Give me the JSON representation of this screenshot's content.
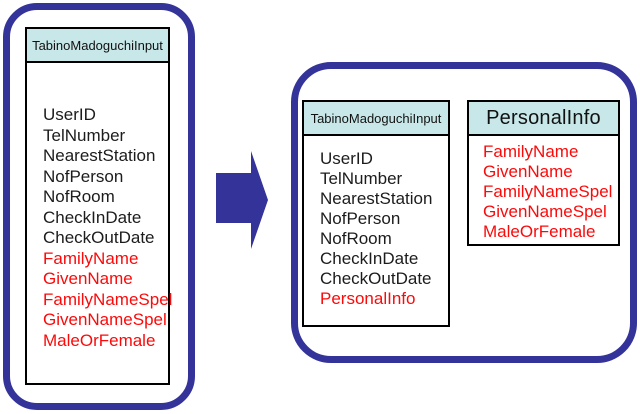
{
  "diagram": {
    "title": "class-extraction-refactoring",
    "colors": {
      "panel_border": "#333399",
      "arrow_fill": "#333399",
      "header_bg": "#c8e7e9",
      "box_border": "#000000",
      "field_text": "#1c1c1c",
      "highlight_text": "#fb0a0a"
    },
    "before_panel": {
      "class_box": {
        "title": "TabinoMadoguchiInput",
        "fields": [
          {
            "label": "UserID",
            "color": "black"
          },
          {
            "label": "TelNumber",
            "color": "black"
          },
          {
            "label": "NearestStation",
            "color": "black"
          },
          {
            "label": "NofPerson",
            "color": "black"
          },
          {
            "label": "NofRoom",
            "color": "black"
          },
          {
            "label": "CheckInDate",
            "color": "black"
          },
          {
            "label": "CheckOutDate",
            "color": "black"
          },
          {
            "label": "FamilyName",
            "color": "red"
          },
          {
            "label": "GivenName",
            "color": "red"
          },
          {
            "label": "FamilyNameSpel",
            "color": "red"
          },
          {
            "label": "GivenNameSpel",
            "color": "red"
          },
          {
            "label": "MaleOrFemale",
            "color": "red"
          }
        ]
      }
    },
    "after_panel": {
      "main_class_box": {
        "title": "TabinoMadoguchiInput",
        "fields": [
          {
            "label": "UserID",
            "color": "black"
          },
          {
            "label": "TelNumber",
            "color": "black"
          },
          {
            "label": "NearestStation",
            "color": "black"
          },
          {
            "label": "NofPerson",
            "color": "black"
          },
          {
            "label": "NofRoom",
            "color": "black"
          },
          {
            "label": "CheckInDate",
            "color": "black"
          },
          {
            "label": "CheckOutDate",
            "color": "black"
          },
          {
            "label": "PersonalInfo",
            "color": "red"
          }
        ]
      },
      "extracted_class_box": {
        "title": "PersonalInfo",
        "fields": [
          {
            "label": "FamilyName",
            "color": "red"
          },
          {
            "label": "GivenName",
            "color": "red"
          },
          {
            "label": "FamilyNameSpel",
            "color": "red"
          },
          {
            "label": "GivenNameSpel",
            "color": "red"
          },
          {
            "label": "MaleOrFemale",
            "color": "red"
          }
        ]
      }
    }
  }
}
